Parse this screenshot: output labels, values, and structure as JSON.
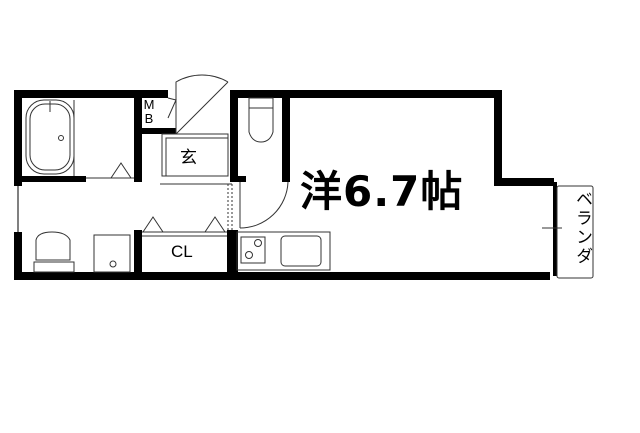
{
  "floorplan": {
    "rooms": {
      "main_room": "洋6.7帖",
      "genkan": "玄",
      "closet": "CL",
      "meter_box": "MB",
      "veranda": "ベランダ"
    },
    "fixtures": [
      "bathtub-icon",
      "toilet-icon",
      "washbasin-icon",
      "washing-machine-space-icon",
      "kitchen-stove-icon",
      "kitchen-sink-icon",
      "door-swing-icon"
    ],
    "colors": {
      "wall": "#000000",
      "background": "#ffffff",
      "line": "#333333"
    }
  }
}
